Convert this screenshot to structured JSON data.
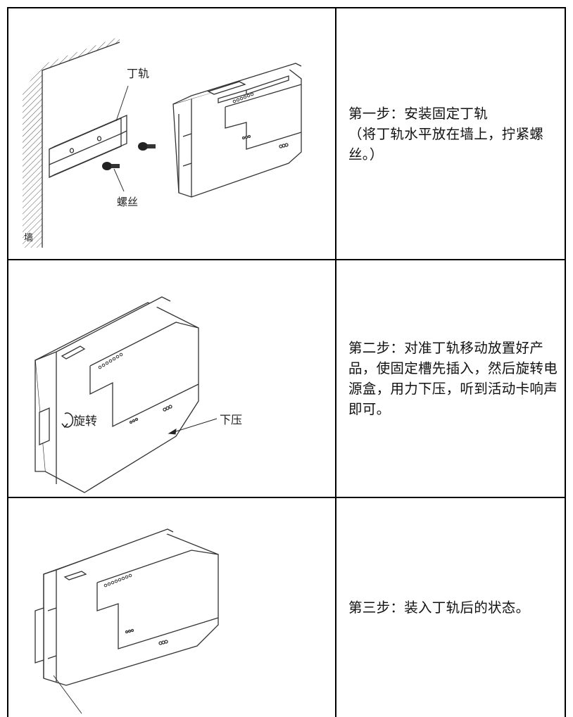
{
  "steps": [
    {
      "text": "第一步：安装固定丁轨\n（将丁轨水平放在墙上，拧紧螺丝。）",
      "labels": {
        "rail": "丁轨",
        "screw": "螺丝",
        "wall": "墙"
      }
    },
    {
      "text": "第二步：对准丁轨移动放置好产品，使固定槽先插入，然后旋转电源盒，用力下压，听到活动卡响声即可。",
      "labels": {
        "rotate": "旋转",
        "press": "下压"
      }
    },
    {
      "text": "第三步：装入丁轨后的状态。",
      "labels": {}
    }
  ]
}
